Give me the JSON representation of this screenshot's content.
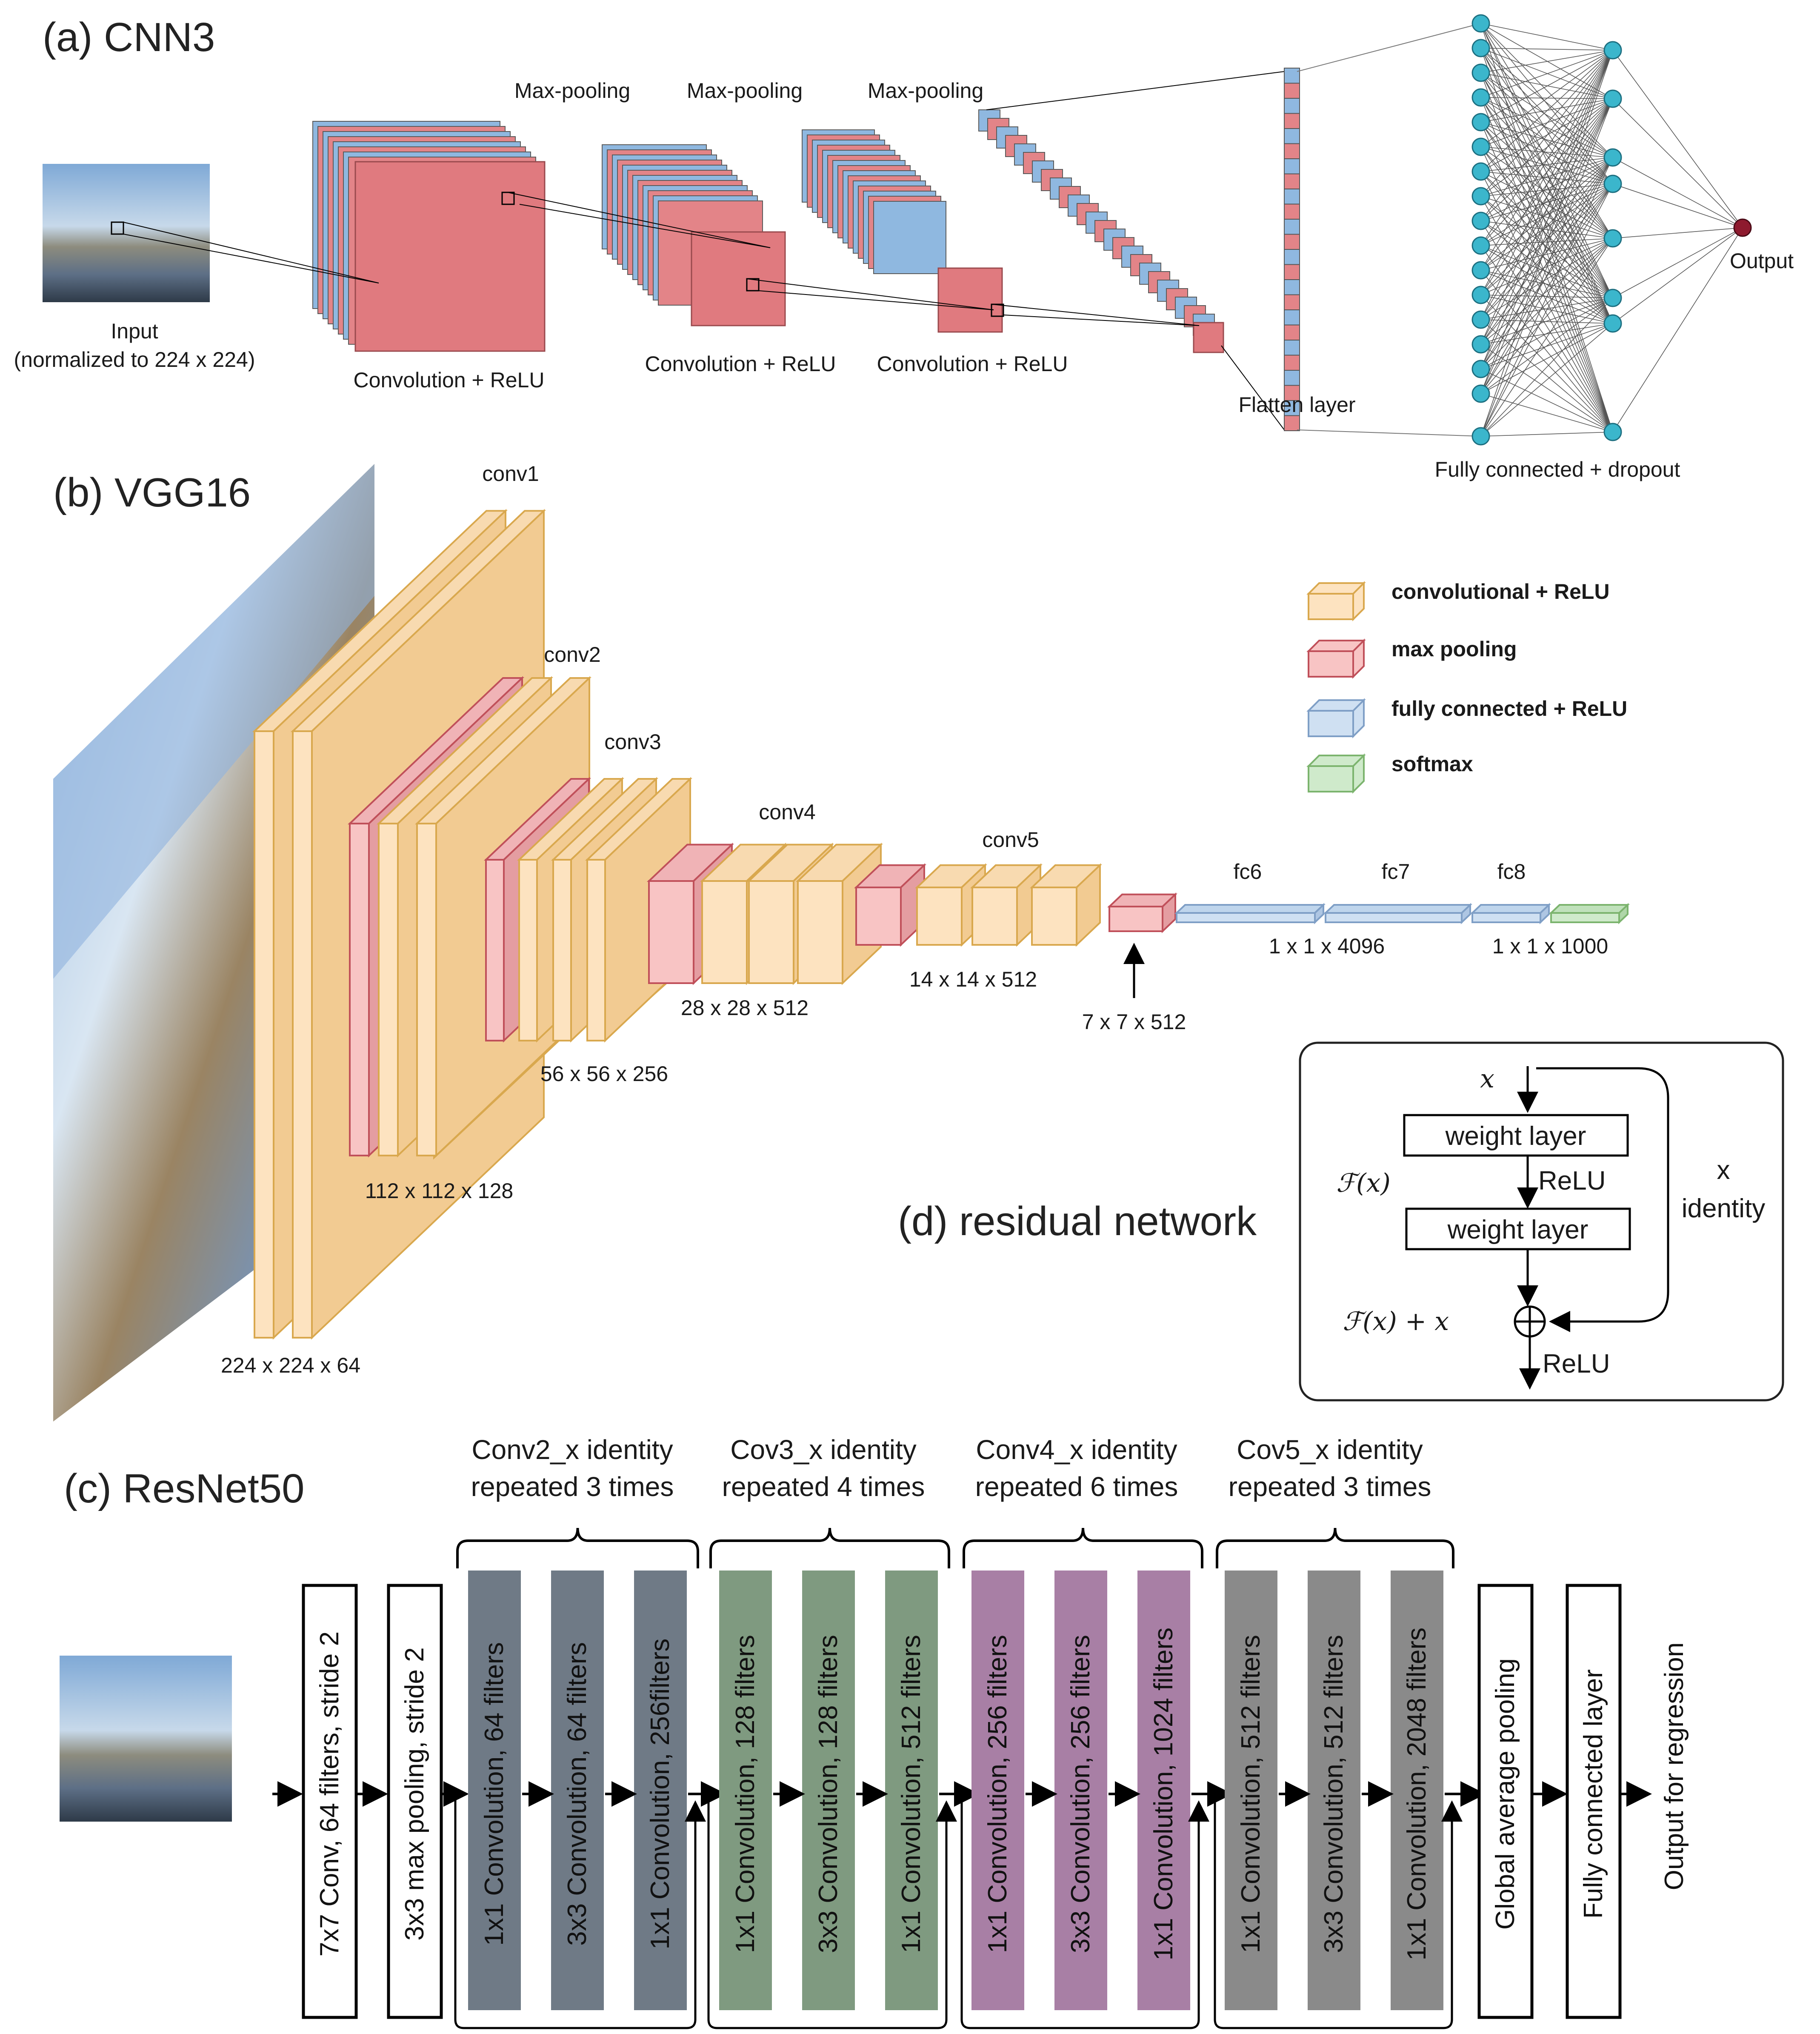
{
  "panel_a": {
    "title": "(a) CNN3",
    "input_label_1": "Input",
    "input_label_2": "(normalized to 224 x 224)",
    "conv1_label": "Convolution + ReLU",
    "conv2_label": "Convolution + ReLU",
    "conv3_label": "Convolution + ReLU",
    "pool1_label": "Max-pooling",
    "pool2_label": "Max-pooling",
    "pool3_label": "Max-pooling",
    "flatten_label": "Flatten layer",
    "fc_label": "Fully connected + dropout",
    "output_label": "Output"
  },
  "panel_b": {
    "title": "(b) VGG16",
    "stages": {
      "conv1": "conv1",
      "conv2": "conv2",
      "conv3": "conv3",
      "conv4": "conv4",
      "conv5": "conv5",
      "fc6": "fc6",
      "fc7": "fc7",
      "fc8": "fc8"
    },
    "dims": {
      "d224": "224 x 224 x 64",
      "d112": "112 x 112 x 128",
      "d56": "56 x 56 x 256",
      "d28": "28 x 28 x 512",
      "d14": "14 x 14 x 512",
      "d7": "7 x 7 x 512",
      "d4096": "1 x 1 x 4096",
      "d1000": "1 x 1 x 1000"
    },
    "legend": [
      {
        "label": "convolutional + ReLU",
        "color": "#fde3c0",
        "edge": "#d9a84e"
      },
      {
        "label": "max pooling",
        "color": "#f8c4c4",
        "edge": "#c0505a"
      },
      {
        "label": "fully connected + ReLU",
        "color": "#cfe0f2",
        "edge": "#7f9fc6"
      },
      {
        "label": "softmax",
        "color": "#cfeacb",
        "edge": "#7cb46e"
      }
    ]
  },
  "panel_c": {
    "title": "(c) ResNet50",
    "group_heads": [
      {
        "line1": "Conv2_x identity",
        "line2": "repeated 3 times"
      },
      {
        "line1": "Cov3_x identity",
        "line2": "repeated 4 times"
      },
      {
        "line1": "Conv4_x identity",
        "line2": "repeated 6 times"
      },
      {
        "line1": "Cov5_x identity",
        "line2": "repeated 3 times"
      }
    ],
    "first_blocks": [
      "7x7 Conv, 64 filters, stride 2",
      "3x3 max pooling, stride 2"
    ],
    "groups": [
      {
        "color": "#6f7a86",
        "blocks": [
          "1x1 Convolution, 64 filters",
          "3x3 Convolution, 64 filters",
          "1x1 Convolution, 256filters"
        ]
      },
      {
        "color": "#7f9a80",
        "blocks": [
          "1x1 Convolution, 128 filters",
          "3x3 Convolution, 128 filters",
          "1x1 Convolution, 512 filters"
        ]
      },
      {
        "color": "#a87fa5",
        "blocks": [
          "1x1 Convolution, 256 filters",
          "3x3 Convolution, 256 filters",
          "1x1 Convolution, 1024 filters"
        ]
      },
      {
        "color": "#8a8a8a",
        "blocks": [
          "1x1 Convolution, 512 filters",
          "3x3 Convolution, 512 filters",
          "1x1 Convolution, 2048 filters"
        ]
      }
    ],
    "last_blocks": [
      "Global average pooling",
      "Fully connected layer"
    ],
    "output_text": "Output for regression"
  },
  "panel_d": {
    "title": "(d) residual network",
    "x_in": "x",
    "weight1": "weight layer",
    "weight2": "weight layer",
    "relu_mid": "ReLU",
    "relu_out": "ReLU",
    "fx": "ℱ(x)",
    "fx_plus_x": "ℱ(x) + x",
    "side_x": "x",
    "side_identity": "identity"
  }
}
